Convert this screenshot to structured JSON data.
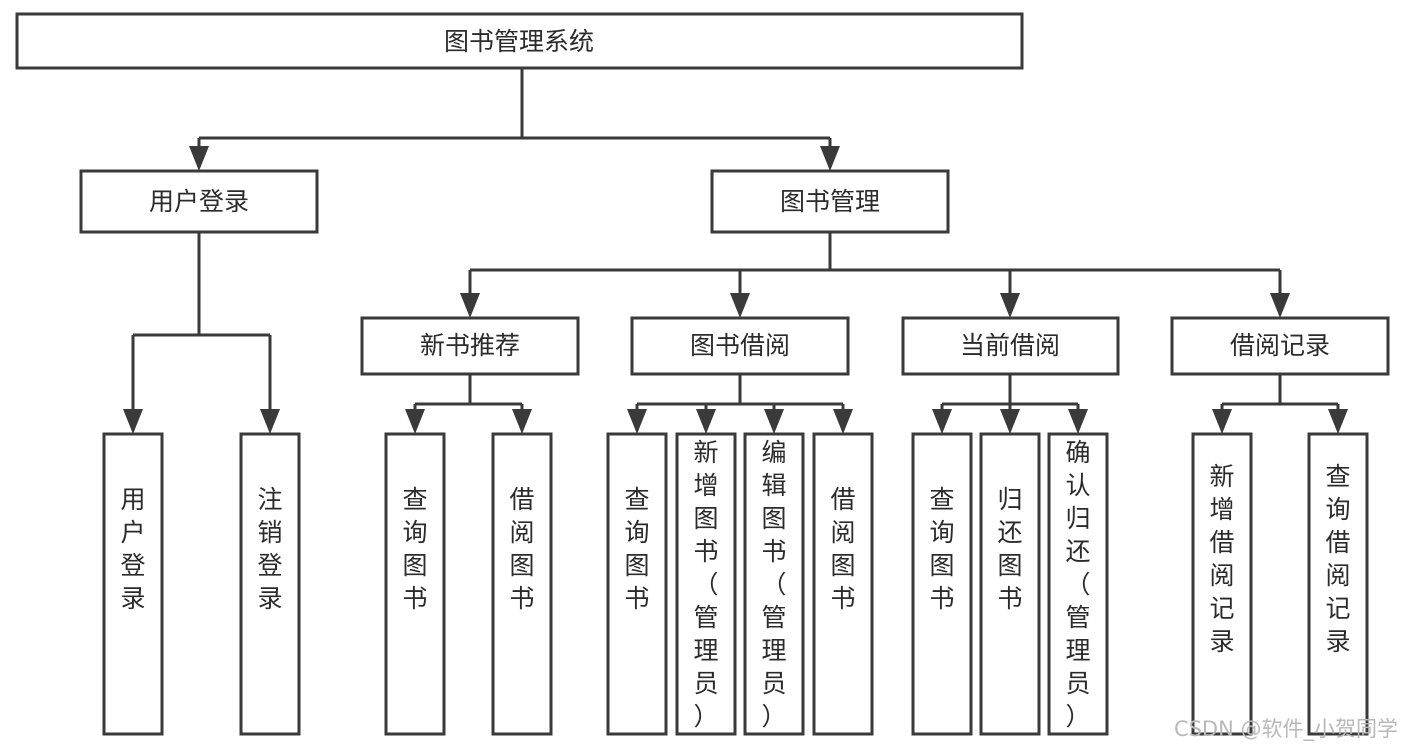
{
  "diagram": {
    "title": "图书管理系统",
    "type": "tree-hierarchy",
    "root": {
      "id": "root",
      "label": "图书管理系统"
    },
    "level2": [
      {
        "id": "user-login",
        "label": "用户登录"
      },
      {
        "id": "book-management",
        "label": "图书管理"
      }
    ],
    "level3": [
      {
        "id": "new-book-recommend",
        "label": "新书推荐",
        "parent": "book-management"
      },
      {
        "id": "book-borrow",
        "label": "图书借阅",
        "parent": "book-management"
      },
      {
        "id": "current-borrow",
        "label": "当前借阅",
        "parent": "book-management"
      },
      {
        "id": "borrow-record",
        "label": "借阅记录",
        "parent": "book-management"
      }
    ],
    "leaves": [
      {
        "id": "leaf-user-login",
        "label": "用户登录",
        "parent": "user-login"
      },
      {
        "id": "leaf-user-logout",
        "label": "注销登录",
        "parent": "user-login"
      },
      {
        "id": "leaf-query-book-1",
        "label": "查询图书",
        "parent": "new-book-recommend"
      },
      {
        "id": "leaf-borrow-book-1",
        "label": "借阅图书",
        "parent": "new-book-recommend"
      },
      {
        "id": "leaf-query-book-2",
        "label": "查询图书",
        "parent": "book-borrow"
      },
      {
        "id": "leaf-add-book",
        "label": "新增图书（管理员）",
        "parent": "book-borrow"
      },
      {
        "id": "leaf-edit-book",
        "label": "编辑图书（管理员）",
        "parent": "book-borrow"
      },
      {
        "id": "leaf-borrow-book-2",
        "label": "借阅图书",
        "parent": "book-borrow"
      },
      {
        "id": "leaf-query-book-3",
        "label": "查询图书",
        "parent": "current-borrow"
      },
      {
        "id": "leaf-return-book",
        "label": "归还图书",
        "parent": "current-borrow"
      },
      {
        "id": "leaf-confirm-return",
        "label": "确认归还（管理员）",
        "parent": "current-borrow"
      },
      {
        "id": "leaf-add-record",
        "label": "新增借阅记录",
        "parent": "borrow-record"
      },
      {
        "id": "leaf-query-record",
        "label": "查询借阅记录",
        "parent": "borrow-record"
      }
    ]
  },
  "watermark": {
    "text": "CSDN @软件_小贺同学"
  },
  "colors": {
    "box_stroke": "#3a3a3a",
    "box_fill": "#ffffff",
    "text": "#2b2b2b",
    "watermark": "#b9b9b9",
    "background": "#ffffff"
  }
}
